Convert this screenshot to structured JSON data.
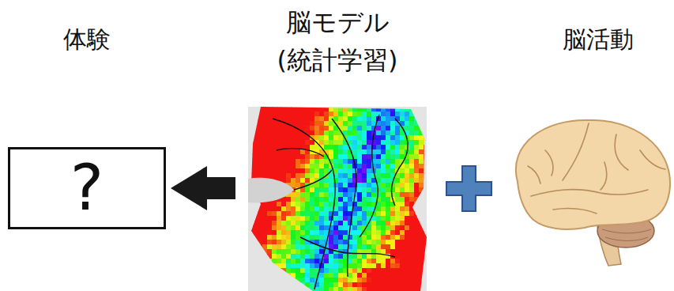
{
  "diagram": {
    "nodes": [
      {
        "text": [
          "体験",
          "?"
        ]
      },
      {
        "text": [
          "脳モデル (統計学習)"
        ]
      },
      {
        "text": [
          "脳活動"
        ]
      }
    ],
    "edges": [
      {
        "from": 1,
        "to": 0,
        "arrow": "to"
      }
    ]
  }
}
